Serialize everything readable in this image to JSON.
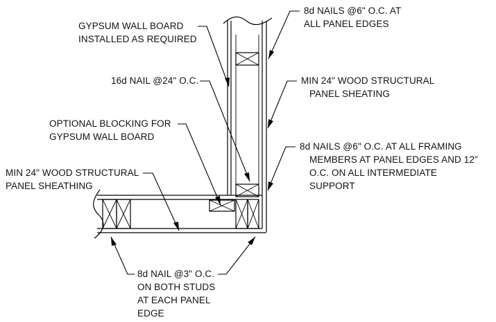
{
  "labels": {
    "gypsum_1": "GYPSUM WALL BOARD",
    "gypsum_2": "INSTALLED AS REQUIRED",
    "nails_top_1": "8d NAILS @6\" O.C. AT",
    "nails_top_2": "ALL PANEL EDGES",
    "nail16_1": "16d NAIL @24\" O.C.",
    "sheathing_right_1": "MIN 24\" WOOD STRUCTURAL",
    "sheathing_right_2": "PANEL SHEATING",
    "blocking_1": "OPTIONAL BLOCKING FOR",
    "blocking_2": "GYPSUM WALL BOARD",
    "nails_framing_1": "8d NAILS @6\" O.C. AT ALL FRAMING",
    "nails_framing_2": "MEMBERS AT PANEL EDGES AND 12\"",
    "nails_framing_3": "O.C. ON ALL INTERMEDIATE",
    "nails_framing_4": "SUPPORT",
    "sheathing_left_1": "MIN 24\" WOOD STRUCTURAL",
    "sheathing_left_2": "PANEL SHEATHING",
    "nail8_1": "8d NAIL @3\" O.C.",
    "nail8_2": "ON BOTH STUDS",
    "nail8_3": "AT EACH PANEL",
    "nail8_4": "EDGE"
  },
  "colors": {
    "ink": "#000000",
    "background": "#ffffff"
  }
}
